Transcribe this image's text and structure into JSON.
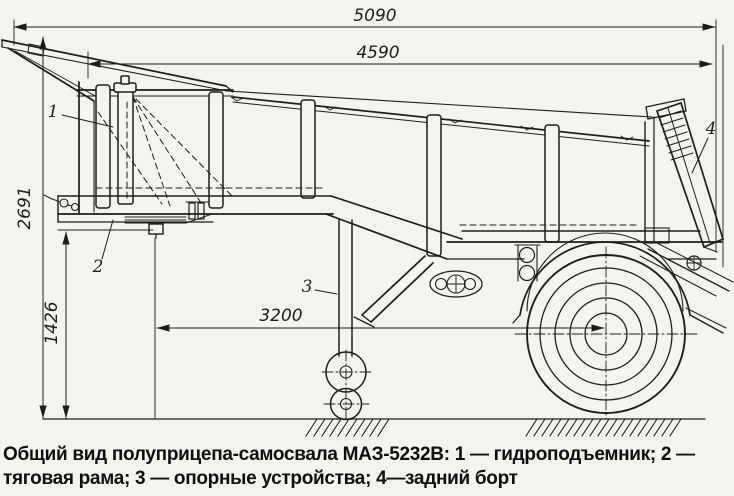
{
  "drawing": {
    "title_semantics": "General view of MAZ-5232V dump semi-trailer technical drawing",
    "dimensions": {
      "overall_length": "5090",
      "body_length": "4590",
      "support_to_axle_distance": "3200",
      "overall_height": "2691",
      "coupling_height": "1426"
    },
    "callouts": {
      "hydraulic_lift": "1",
      "tow_frame": "2",
      "support_devices": "3",
      "rear_gate": "4"
    }
  },
  "caption": {
    "line1": "Общий вид полуприцепа-самосвала МАЗ-5232В: 1 — гидроподъемник; 2 —",
    "line2": "тяговая рама; 3 — опорные устройства; 4—задний борт"
  },
  "colors": {
    "ink": "#1d1d1b",
    "paper": "#f4f3ef"
  }
}
